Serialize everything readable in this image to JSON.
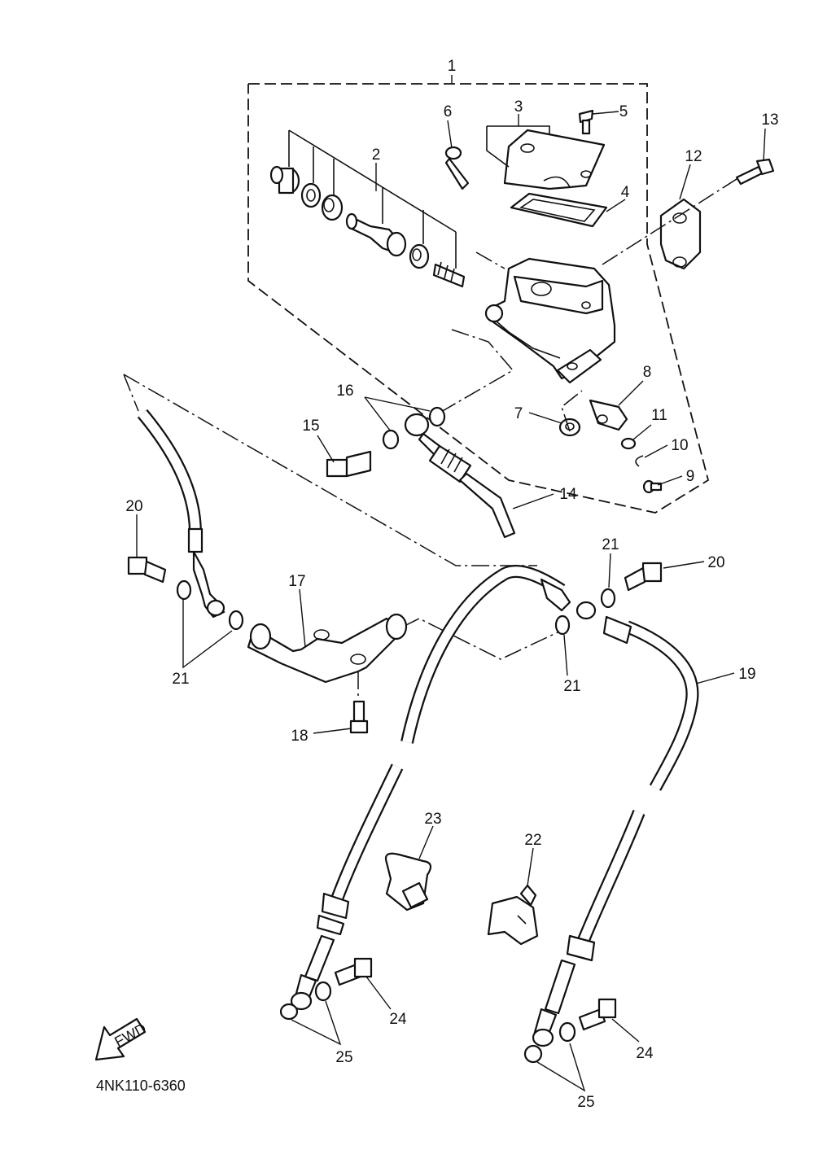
{
  "diagram": {
    "drawing_code": "4NK110-6360",
    "fwd_label": "FWD",
    "callouts": {
      "c1": "1",
      "c2": "2",
      "c3": "3",
      "c4": "4",
      "c5": "5",
      "c6": "6",
      "c7": "7",
      "c8": "8",
      "c9": "9",
      "c10": "10",
      "c11": "11",
      "c12": "12",
      "c13": "13",
      "c14": "14",
      "c15": "15",
      "c16": "16",
      "c17": "17",
      "c18": "18",
      "c19": "19",
      "c20a": "20",
      "c20b": "20",
      "c21a": "21",
      "c21b": "21",
      "c21c": "21",
      "c22": "22",
      "c23": "23",
      "c24a": "24",
      "c24b": "24",
      "c25a": "25",
      "c25b": "25"
    }
  }
}
